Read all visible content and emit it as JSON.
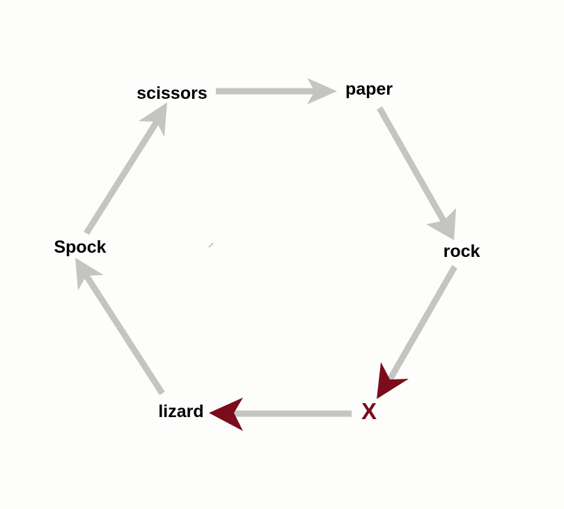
{
  "nodes": {
    "scissors": "scissors",
    "paper": "paper",
    "rock": "rock",
    "x": "X",
    "lizard": "lizard",
    "spock": "Spock"
  },
  "colors": {
    "background": "#fdfdfb",
    "edge": "#c4c5c2",
    "highlight": "#7a0c1c",
    "label": "#000000"
  },
  "edges": [
    {
      "from": "scissors",
      "to": "paper",
      "highlighted": false
    },
    {
      "from": "paper",
      "to": "rock",
      "highlighted": false
    },
    {
      "from": "rock",
      "to": "x",
      "highlighted": true
    },
    {
      "from": "x",
      "to": "lizard",
      "highlighted": true
    },
    {
      "from": "lizard",
      "to": "spock",
      "highlighted": false
    },
    {
      "from": "spock",
      "to": "scissors",
      "highlighted": false
    }
  ]
}
